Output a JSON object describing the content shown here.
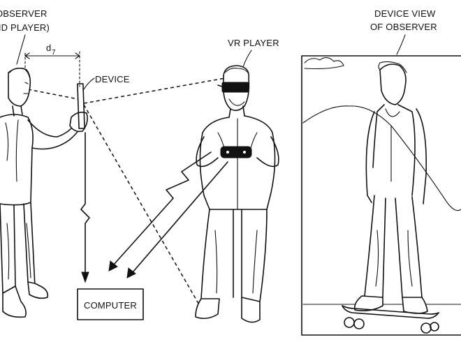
{
  "labels": {
    "observer_line1": "OBSERVER",
    "observer_line2": "ND PLAYER)",
    "distance": "d",
    "distance_sub": "7",
    "device": "DEVICE",
    "vr_player": "VR PLAYER",
    "device_view_line1": "DEVICE VIEW",
    "device_view_line2": "OF OBSERVER",
    "computer": "COMPUTER"
  },
  "colors": {
    "ink": "#111111",
    "paper": "#ffffff"
  }
}
